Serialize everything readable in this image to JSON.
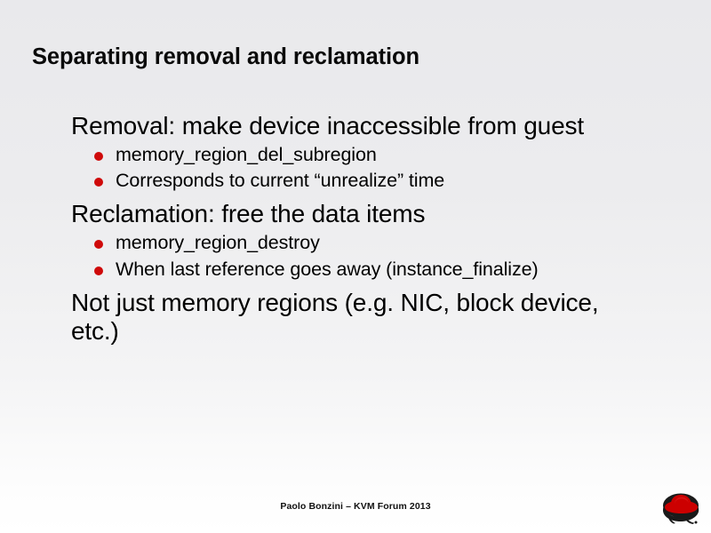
{
  "slide": {
    "title": "Separating removal and reclamation",
    "background_top_color": "#e9e9ec",
    "background_bottom_color": "#ffffff",
    "bullet_color": "#cf0a0a",
    "text_color": "#000000"
  },
  "content": {
    "groups": [
      {
        "bullet": "Removal: make device inaccessible from guest",
        "sub": [
          "memory_region_del_subregion",
          "Corresponds to current “unrealize” time"
        ]
      },
      {
        "bullet": "Reclamation: free the data items",
        "sub": [
          "memory_region_destroy",
          "When last reference goes away (instance_finalize)"
        ]
      },
      {
        "bullet": "Not just memory regions (e.g. NIC, block device, etc.)",
        "sub": []
      }
    ]
  },
  "footer": {
    "text": "Paolo Bonzini – KVM Forum 2013",
    "logo_name": "red-hat-shadowman-logo",
    "logo_hat_color": "#cc0000",
    "logo_silhouette_color": "#1a1a1a"
  }
}
